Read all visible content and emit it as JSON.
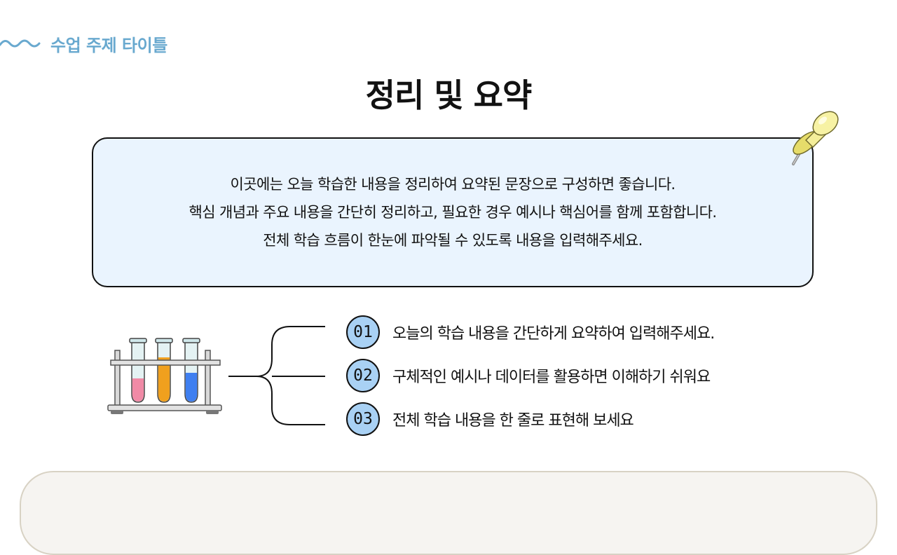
{
  "header": {
    "subject": "수업 주제 타이틀",
    "title": "정리 및 요약"
  },
  "summary": {
    "lines": [
      "이곳에는 오늘 학습한 내용을 정리하여 요약된 문장으로 구성하면 좋습니다.",
      "핵심 개념과 주요 내용을 간단히 정리하고, 필요한 경우 예시나 핵심어를 함께 포함합니다.",
      "전체 학습 흐름이 한눈에 파악될 수 있도록 내용을 입력해주세요."
    ]
  },
  "points": [
    {
      "num": "01",
      "text": "오늘의 학습 내용을 간단하게 요약하여 입력해주세요."
    },
    {
      "num": "02",
      "text": "구체적인 예시나 데이터를 활용하면 이해하기 쉬워요"
    },
    {
      "num": "03",
      "text": "전체 학습 내용을 한 줄로 표현해 보세요"
    }
  ],
  "icons": {
    "wave": "wave-icon",
    "pin": "pushpin-icon",
    "illustration": "test-tube-rack-icon"
  },
  "colors": {
    "accent": "#69a9cf",
    "summary_bg": "#eaf4fe",
    "number_badge": "#a9d1f4",
    "tube_pink": "#f08aa6",
    "tube_orange": "#f0a01e",
    "tube_blue": "#3f7ff0"
  }
}
